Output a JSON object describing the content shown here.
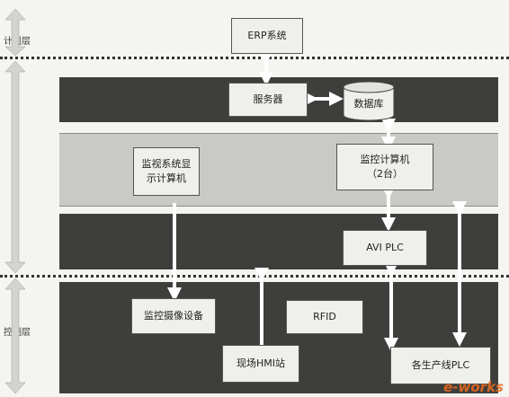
{
  "layers": {
    "plan": "计划层",
    "control": "控制层"
  },
  "nodes": {
    "erp": "ERP系统",
    "server": "服务器",
    "database": "数据库",
    "monitor_display": "监视系统显\n示计算机",
    "monitor_computer": "监控计算机\n（2台）",
    "avi_plc": "AVI PLC",
    "camera": "监控摄像设备",
    "rfid": "RFID",
    "hmi": "现场HMI站",
    "line_plc": "各生产线PLC"
  },
  "watermark": "e-works"
}
